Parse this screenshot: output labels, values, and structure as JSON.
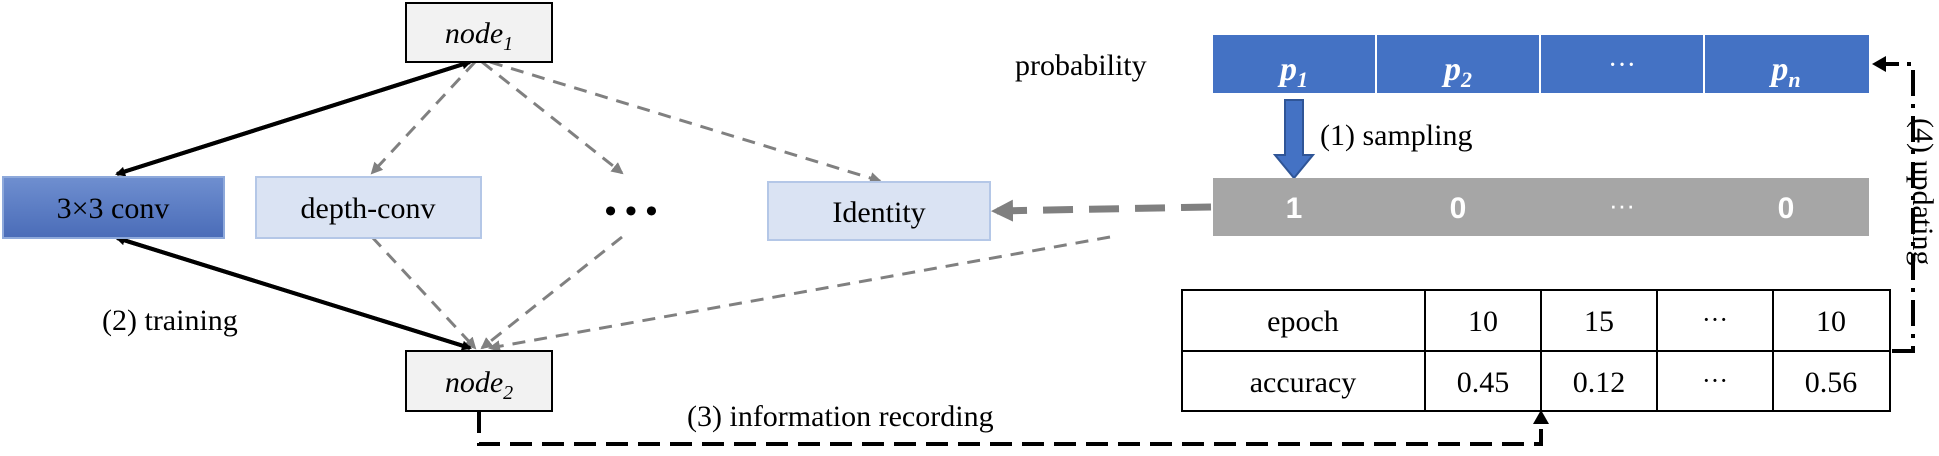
{
  "nodes": {
    "node1": {
      "name": "node",
      "sub": "1"
    },
    "node2": {
      "name": "node",
      "sub": "2"
    }
  },
  "ops": {
    "conv": "3×3 conv",
    "depth": "depth-conv",
    "ellipsis": "• • •",
    "identity": "Identity"
  },
  "labels": {
    "training": "(2) training",
    "sampling": "(1) sampling",
    "recording": "(3) information recording",
    "updating": "(4) updating",
    "probability": "probability"
  },
  "prob_bar": {
    "cells": [
      {
        "name": "p",
        "sub": "1"
      },
      {
        "name": "p",
        "sub": "2"
      },
      {
        "name": "···",
        "sub": ""
      },
      {
        "name": "p",
        "sub": "n"
      }
    ]
  },
  "mask_bar": {
    "values": [
      "1",
      "0",
      "···",
      "0"
    ]
  },
  "table": {
    "rows": [
      {
        "label": "epoch",
        "values": [
          "10",
          "15",
          "···",
          "10"
        ]
      },
      {
        "label": "accuracy",
        "values": [
          "0.45",
          "0.12",
          "···",
          "0.56"
        ]
      }
    ]
  },
  "colors": {
    "blue": "#4472c4",
    "blue_dark": "#2f5597",
    "light_blue": "#dae3f3",
    "gray_bar": "#a6a6a6",
    "node_fill": "#f2f2f2"
  }
}
